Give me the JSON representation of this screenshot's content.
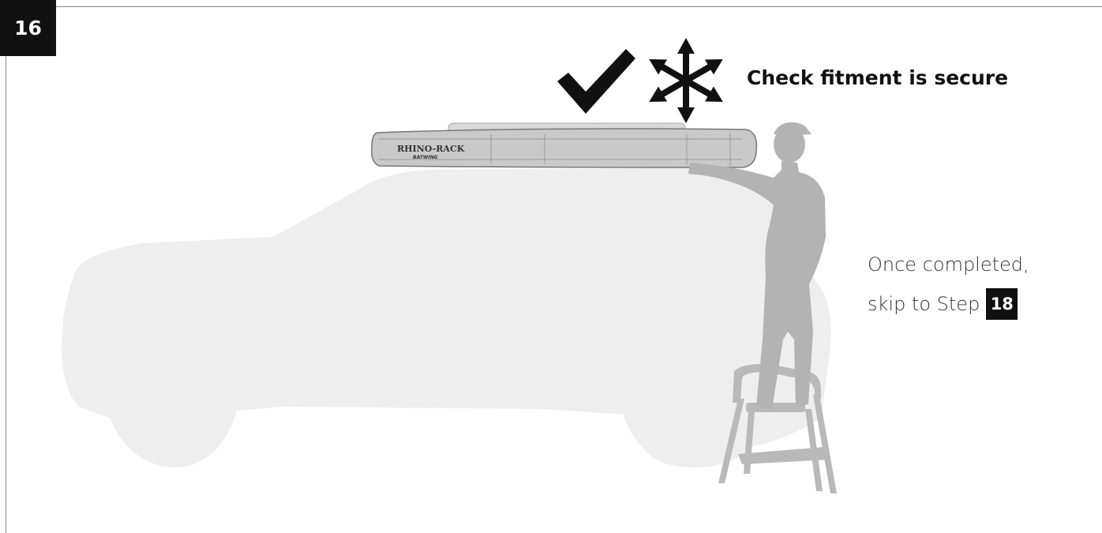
{
  "step": {
    "number": "16"
  },
  "instruction": {
    "check_text": "Check fitment is secure"
  },
  "note": {
    "line1": "Once completed,",
    "line2": "skip to Step",
    "target_step": "18"
  },
  "product": {
    "brand": "RHINO-RACK",
    "model": "BATWING"
  },
  "icons": [
    "checkmark-icon",
    "movement-arrows-icon"
  ],
  "colors": {
    "badge": "#111111",
    "vehicle_silhouette": "#eeeeee",
    "person_silhouette": "#b5b5b5",
    "awning_bag": "#c9c9c9"
  }
}
